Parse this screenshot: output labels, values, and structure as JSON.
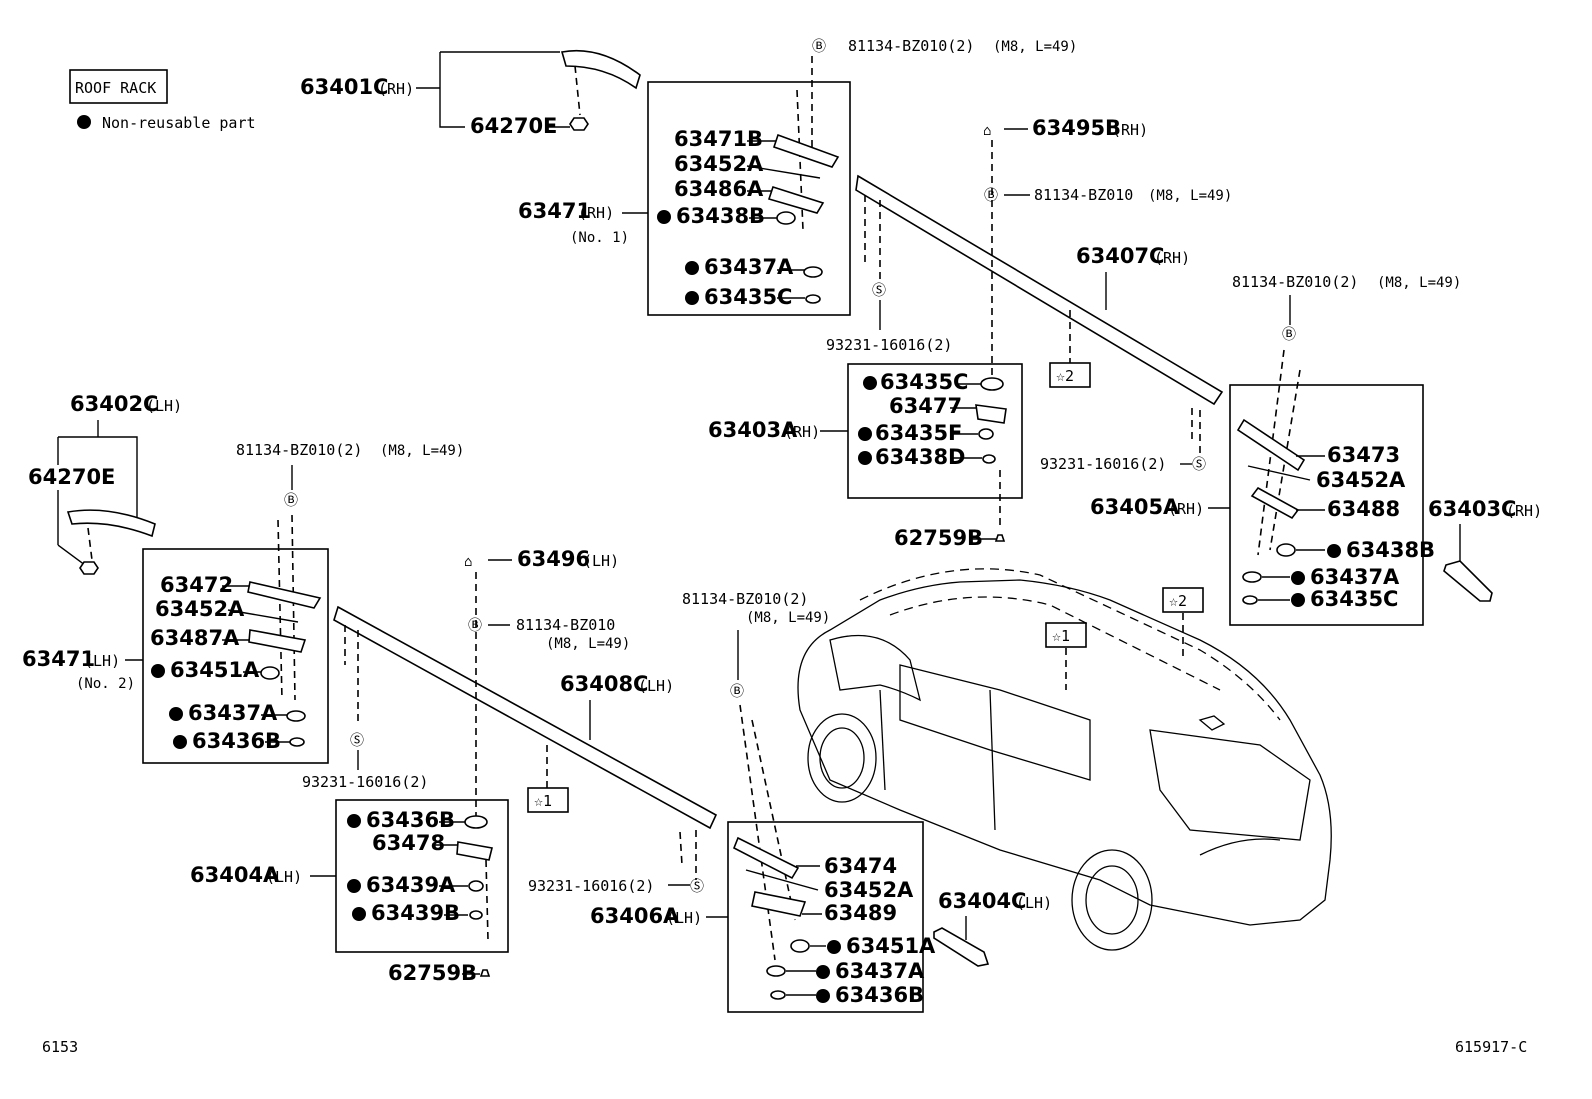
{
  "legend": {
    "title": "ROOF RACK",
    "non_reusable": "Non-reusable part"
  },
  "markers": {
    "bolt": "B",
    "screw": "S",
    "star1": "☆1",
    "star2": "☆2"
  },
  "labels": {
    "p63401C": "63401C",
    "p63401C_side": "(RH)",
    "p64270E_a": "64270E",
    "p64270E_b": "64270E",
    "p63402C": "63402C",
    "p63402C_side": "(LH)",
    "b_top1": "81134-BZ010(2)",
    "b_top1_spec": "(M8, L=49)",
    "p63471B": "63471B",
    "p63452A_1": "63452A",
    "p63486A": "63486A",
    "p63438B_1": "63438B",
    "p63437A_1": "63437A",
    "p63435C_1": "63435C",
    "p63471RH": "63471",
    "p63471RH_side": "(RH)",
    "p63471RH_no": "(No. 1)",
    "p63495B": "63495B",
    "p63495B_side": "(RH)",
    "b_mid": "81134-BZ010",
    "b_mid_spec": "(M8, L=49)",
    "p63407C": "63407C",
    "p63407C_side": "(RH)",
    "s_rh1": "93231-16016(2)",
    "p63435C_2": "63435C",
    "p63477": "63477",
    "p63435F": "63435F",
    "p63438D": "63438D",
    "p63403A": "63403A",
    "p63403A_side": "(RH)",
    "p62759B_1": "62759B",
    "b_right": "81134-BZ010(2)",
    "b_right_spec": "(M8, L=49)",
    "s_rh2": "93231-16016(2)",
    "p63473": "63473",
    "p63452A_2": "63452A",
    "p63488": "63488",
    "p63438B_2": "63438B",
    "p63437A_2": "63437A",
    "p63435C_3": "63435C",
    "p63405A": "63405A",
    "p63405A_side": "(RH)",
    "p63403C": "63403C",
    "p63403C_side": "(RH)",
    "b_left": "81134-BZ010(2)",
    "b_left_spec": "(M8, L=49)",
    "p63472": "63472",
    "p63452A_3": "63452A",
    "p63487A": "63487A",
    "p63451A_1": "63451A",
    "p63437A_3": "63437A",
    "p63436B_1": "63436B",
    "p63471LH": "63471",
    "p63471LH_side": "(LH)",
    "p63471LH_no": "(No. 2)",
    "s_lh1": "93231-16016(2)",
    "p63496": "63496",
    "p63496_side": "(LH)",
    "b_lh_mid": "81134-BZ010",
    "b_lh_mid_spec": "(M8, L=49)",
    "p63408C": "63408C",
    "p63408C_side": "(LH)",
    "p63436B_2": "63436B",
    "p63478": "63478",
    "p63439A": "63439A",
    "p63439B": "63439B",
    "p63404A": "63404A",
    "p63404A_side": "(LH)",
    "p62759B_2": "62759B",
    "s_lh2": "93231-16016(2)",
    "b_bottom": "81134-BZ010(2)",
    "b_bottom_spec": "(M8, L=49)",
    "p63474": "63474",
    "p63452A_4": "63452A",
    "p63489": "63489",
    "p63451A_2": "63451A",
    "p63437A_4": "63437A",
    "p63436B_3": "63436B",
    "p63406A": "63406A",
    "p63406A_side": "(LH)",
    "p63404C": "63404C",
    "p63404C_side": "(LH)"
  },
  "footer": {
    "left": "6153",
    "right": "615917-C"
  }
}
